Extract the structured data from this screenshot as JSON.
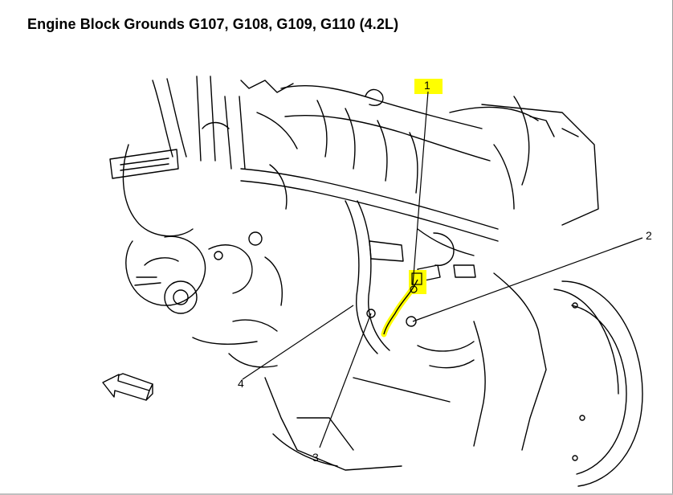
{
  "diagram": {
    "title": "Engine Block Grounds G107, G108, G109, G110 (4.2L)",
    "callouts": [
      "1",
      "2",
      "3",
      "4"
    ],
    "highlight_color": "#ffff00",
    "line_color": "#000000",
    "icons": [
      "direction-arrow-icon"
    ]
  }
}
